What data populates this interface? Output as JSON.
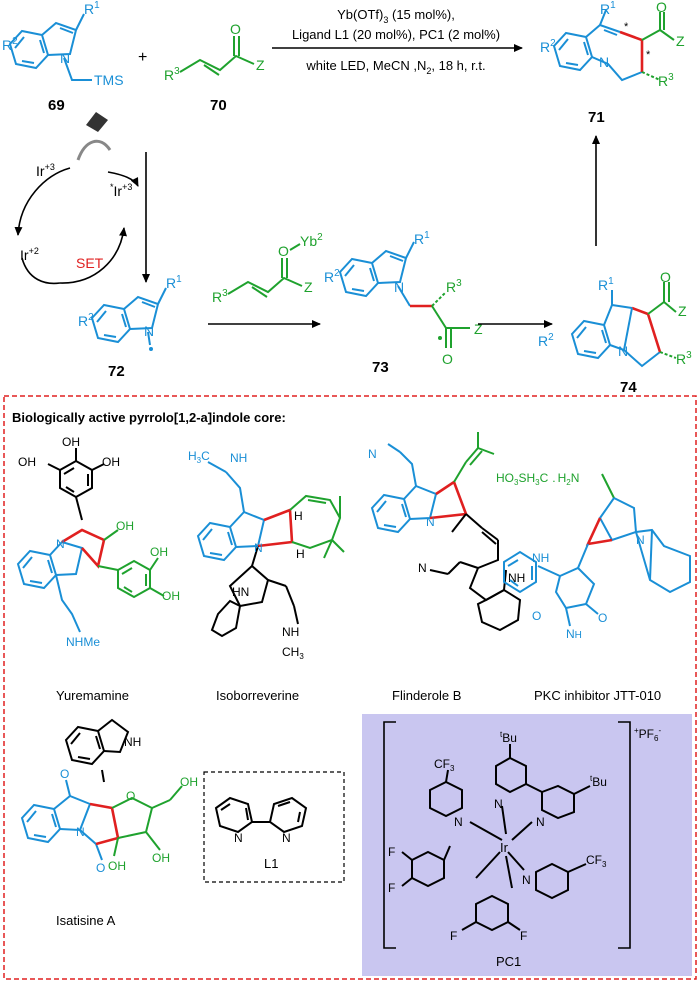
{
  "colors": {
    "blue": "#1a8fd6",
    "green": "#1fa22e",
    "red": "#e02020",
    "black": "#000000",
    "lavender": "#c9c6f0"
  },
  "reaction": {
    "conditions_line1": "Yb(OTf)",
    "conditions_line1_sub": "3",
    "conditions_line1_tail": " (15 mol%),",
    "conditions_line2": "Ligand L1 (20 mol%), PC1 (2 mol%)",
    "conditions_line3": "white LED, MeCN ,N",
    "conditions_line3_sub": "2",
    "conditions_line3_tail": ", 18 h, r.t.",
    "plus": "+",
    "tms": "TMS",
    "z": "Z",
    "r1": "R",
    "r1_sup": "1",
    "r2": "R",
    "r2_sup": "2",
    "r3": "R",
    "r3_sup": "3",
    "n": "N",
    "o": "O",
    "yb": "Yb",
    "yb_sup": "2",
    "star": "*",
    "h": "H"
  },
  "compounds": {
    "c69": "69",
    "c70": "70",
    "c71": "71",
    "c72": "72",
    "c73": "73",
    "c74": "74"
  },
  "cycle": {
    "ir3": "Ir",
    "ir3_sup": "+3",
    "ir3_excited": "Ir",
    "ir3_excited_pre": "*",
    "ir2": "Ir",
    "ir2_sup": "+2",
    "set": "SET"
  },
  "panel": {
    "title": "Biologically active pyrrolo[1,2-a]indole core:",
    "names": [
      "Yuremamine",
      "Isoborreverine",
      "Flinderole B",
      "PKC inhibitor JTT-010",
      "Isatisine A",
      "L1",
      "PC1"
    ],
    "oh": "OH",
    "nhme": "NHMe",
    "h3c": "H",
    "h3c_sub": "3",
    "h3c_tail": "C",
    "nh": "NH",
    "hn": "HN",
    "ch3": "CH",
    "ch3_sub": "3",
    "hooc": "HO",
    "hooc_sub": "3",
    "hooc_tail": "SH",
    "hooc_sub2": "3",
    "hooc_tail2": "C",
    "h2n": "H",
    "h2n_sub": "2",
    "h2n_tail": "N",
    "cf3": "CF",
    "cf3_sub": "3",
    "tbu_pre": "t",
    "tbu": "Bu",
    "pf6": "PF",
    "pf6_sub": "6",
    "pf6_pre": "+",
    "pf6_post": "-",
    "f": "F",
    "ir": "Ir"
  }
}
